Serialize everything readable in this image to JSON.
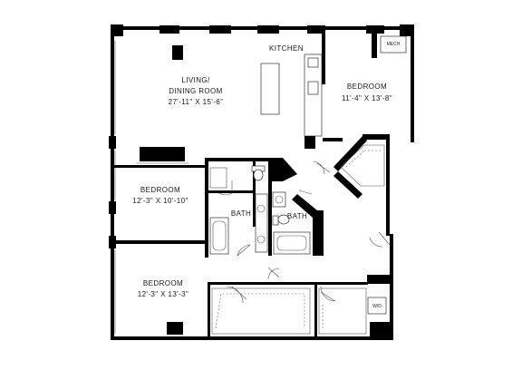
{
  "rooms": {
    "kitchen": {
      "name": "KITCHEN"
    },
    "living": {
      "name_line1": "LIVING/",
      "name_line2": "DINING ROOM",
      "dims": "27'-11\" X 15'-6\""
    },
    "bedroom_ne": {
      "name": "BEDROOM",
      "dims": "11'-4\" X 13'-8\""
    },
    "bedroom_w": {
      "name": "BEDROOM",
      "dims": "12'-3\" X 10'-10\""
    },
    "bedroom_sw": {
      "name": "BEDROOM",
      "dims": "12'-3\" X 13'-3\""
    },
    "bath_1": {
      "name": "BATH"
    },
    "bath_2": {
      "name": "BATH"
    },
    "mech": {
      "name": "MECH"
    },
    "wd": {
      "name": "W/D"
    }
  },
  "colors": {
    "wall": "#000000",
    "line": "#333333",
    "background": "#ffffff"
  }
}
